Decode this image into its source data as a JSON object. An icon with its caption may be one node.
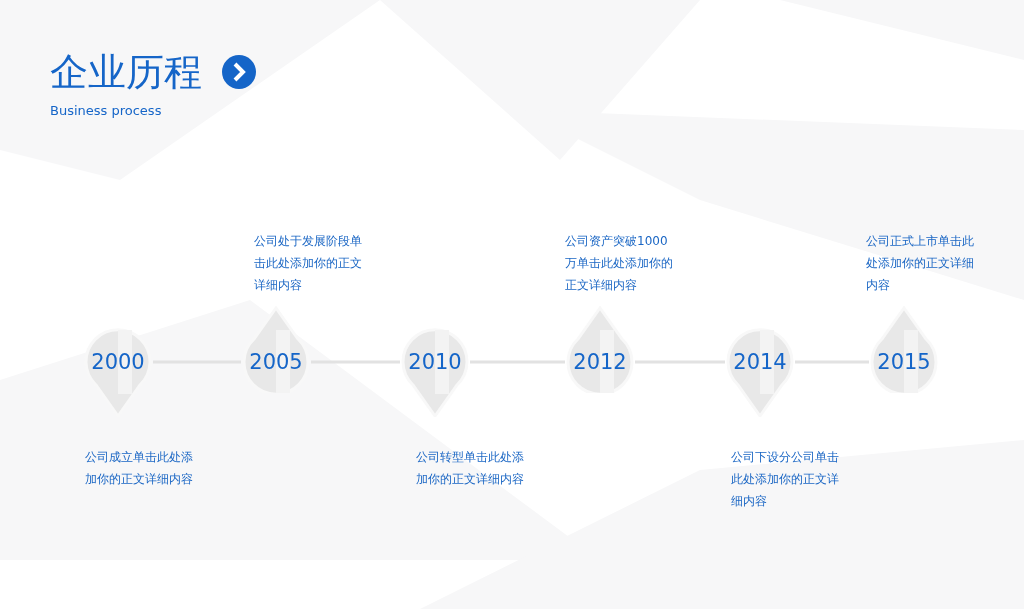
{
  "diagram": {
    "title": "企业历程",
    "nodes": [
      {
        "text": [
          "2000"
        ],
        "beside": [
          "公司成立单击此处添加你的正文详细内容"
        ]
      },
      {
        "text": [
          "2005"
        ],
        "beside": [
          "公司处于发展阶段单击此处添加你的正文详细内容"
        ]
      },
      {
        "text": [
          "2010"
        ],
        "beside": [
          "公司转型单击此处添加你的正文详细内容"
        ]
      },
      {
        "text": [
          "2012"
        ],
        "beside": [
          "公司资产突破1000万单击此处添加你的正文详细内容"
        ]
      },
      {
        "text": [
          "2014"
        ],
        "beside": [
          "公司下设分公司单击此处添加你的正文详细内容"
        ]
      },
      {
        "text": [
          "2015"
        ],
        "beside": [
          "公司正式上市单击此处添加你的正文详细内容"
        ]
      }
    ],
    "edges": [
      {
        "from": 0,
        "to": 1,
        "arrow": "none"
      },
      {
        "from": 1,
        "to": 2,
        "arrow": "none"
      },
      {
        "from": 2,
        "to": 3,
        "arrow": "none"
      },
      {
        "from": 3,
        "to": 4,
        "arrow": "none"
      },
      {
        "from": 4,
        "to": 5,
        "arrow": "none"
      }
    ],
    "labels": [
      "Business process"
    ]
  }
}
